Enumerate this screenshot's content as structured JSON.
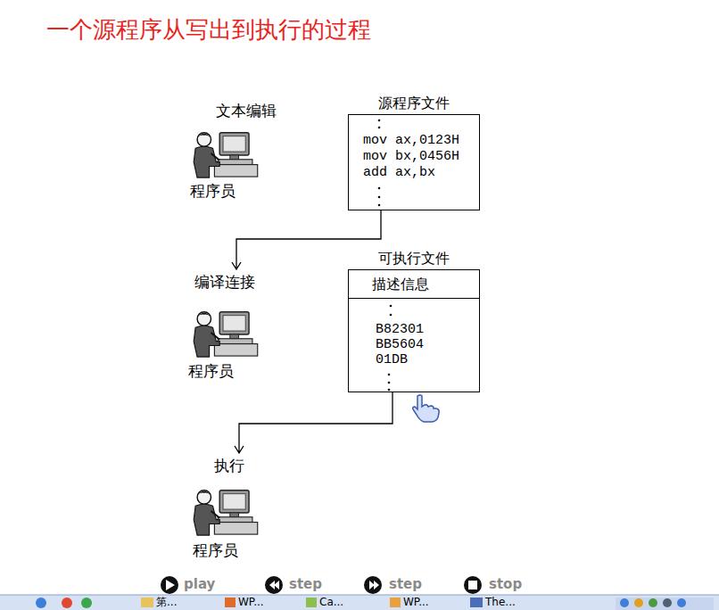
{
  "diagram": {
    "title": "一个源程序从写出到执行的过程",
    "nodes": [
      {
        "text": [
          "文本编辑",
          "程序员"
        ]
      },
      {
        "text": [
          "源程序文件",
          "mov ax,0123H",
          "mov bx,0456H",
          "add ax,bx"
        ]
      },
      {
        "text": [
          "编译连接",
          "程序员"
        ]
      },
      {
        "text": [
          "可执行文件",
          "B82301",
          "BB5604",
          "01DB"
        ]
      },
      {
        "text": [
          "描述信息"
        ],
        "in": 3
      },
      {
        "text": [
          "执行",
          "程序员"
        ]
      }
    ],
    "edges": [
      {
        "from": 1,
        "to": 2,
        "arrow": "to"
      },
      {
        "from": 3,
        "to": 5,
        "arrow": "to"
      }
    ],
    "labels": [
      "play",
      "step",
      "step",
      "stop",
      "第...",
      "WP...",
      "Ca...",
      "WP...",
      "The..."
    ]
  }
}
